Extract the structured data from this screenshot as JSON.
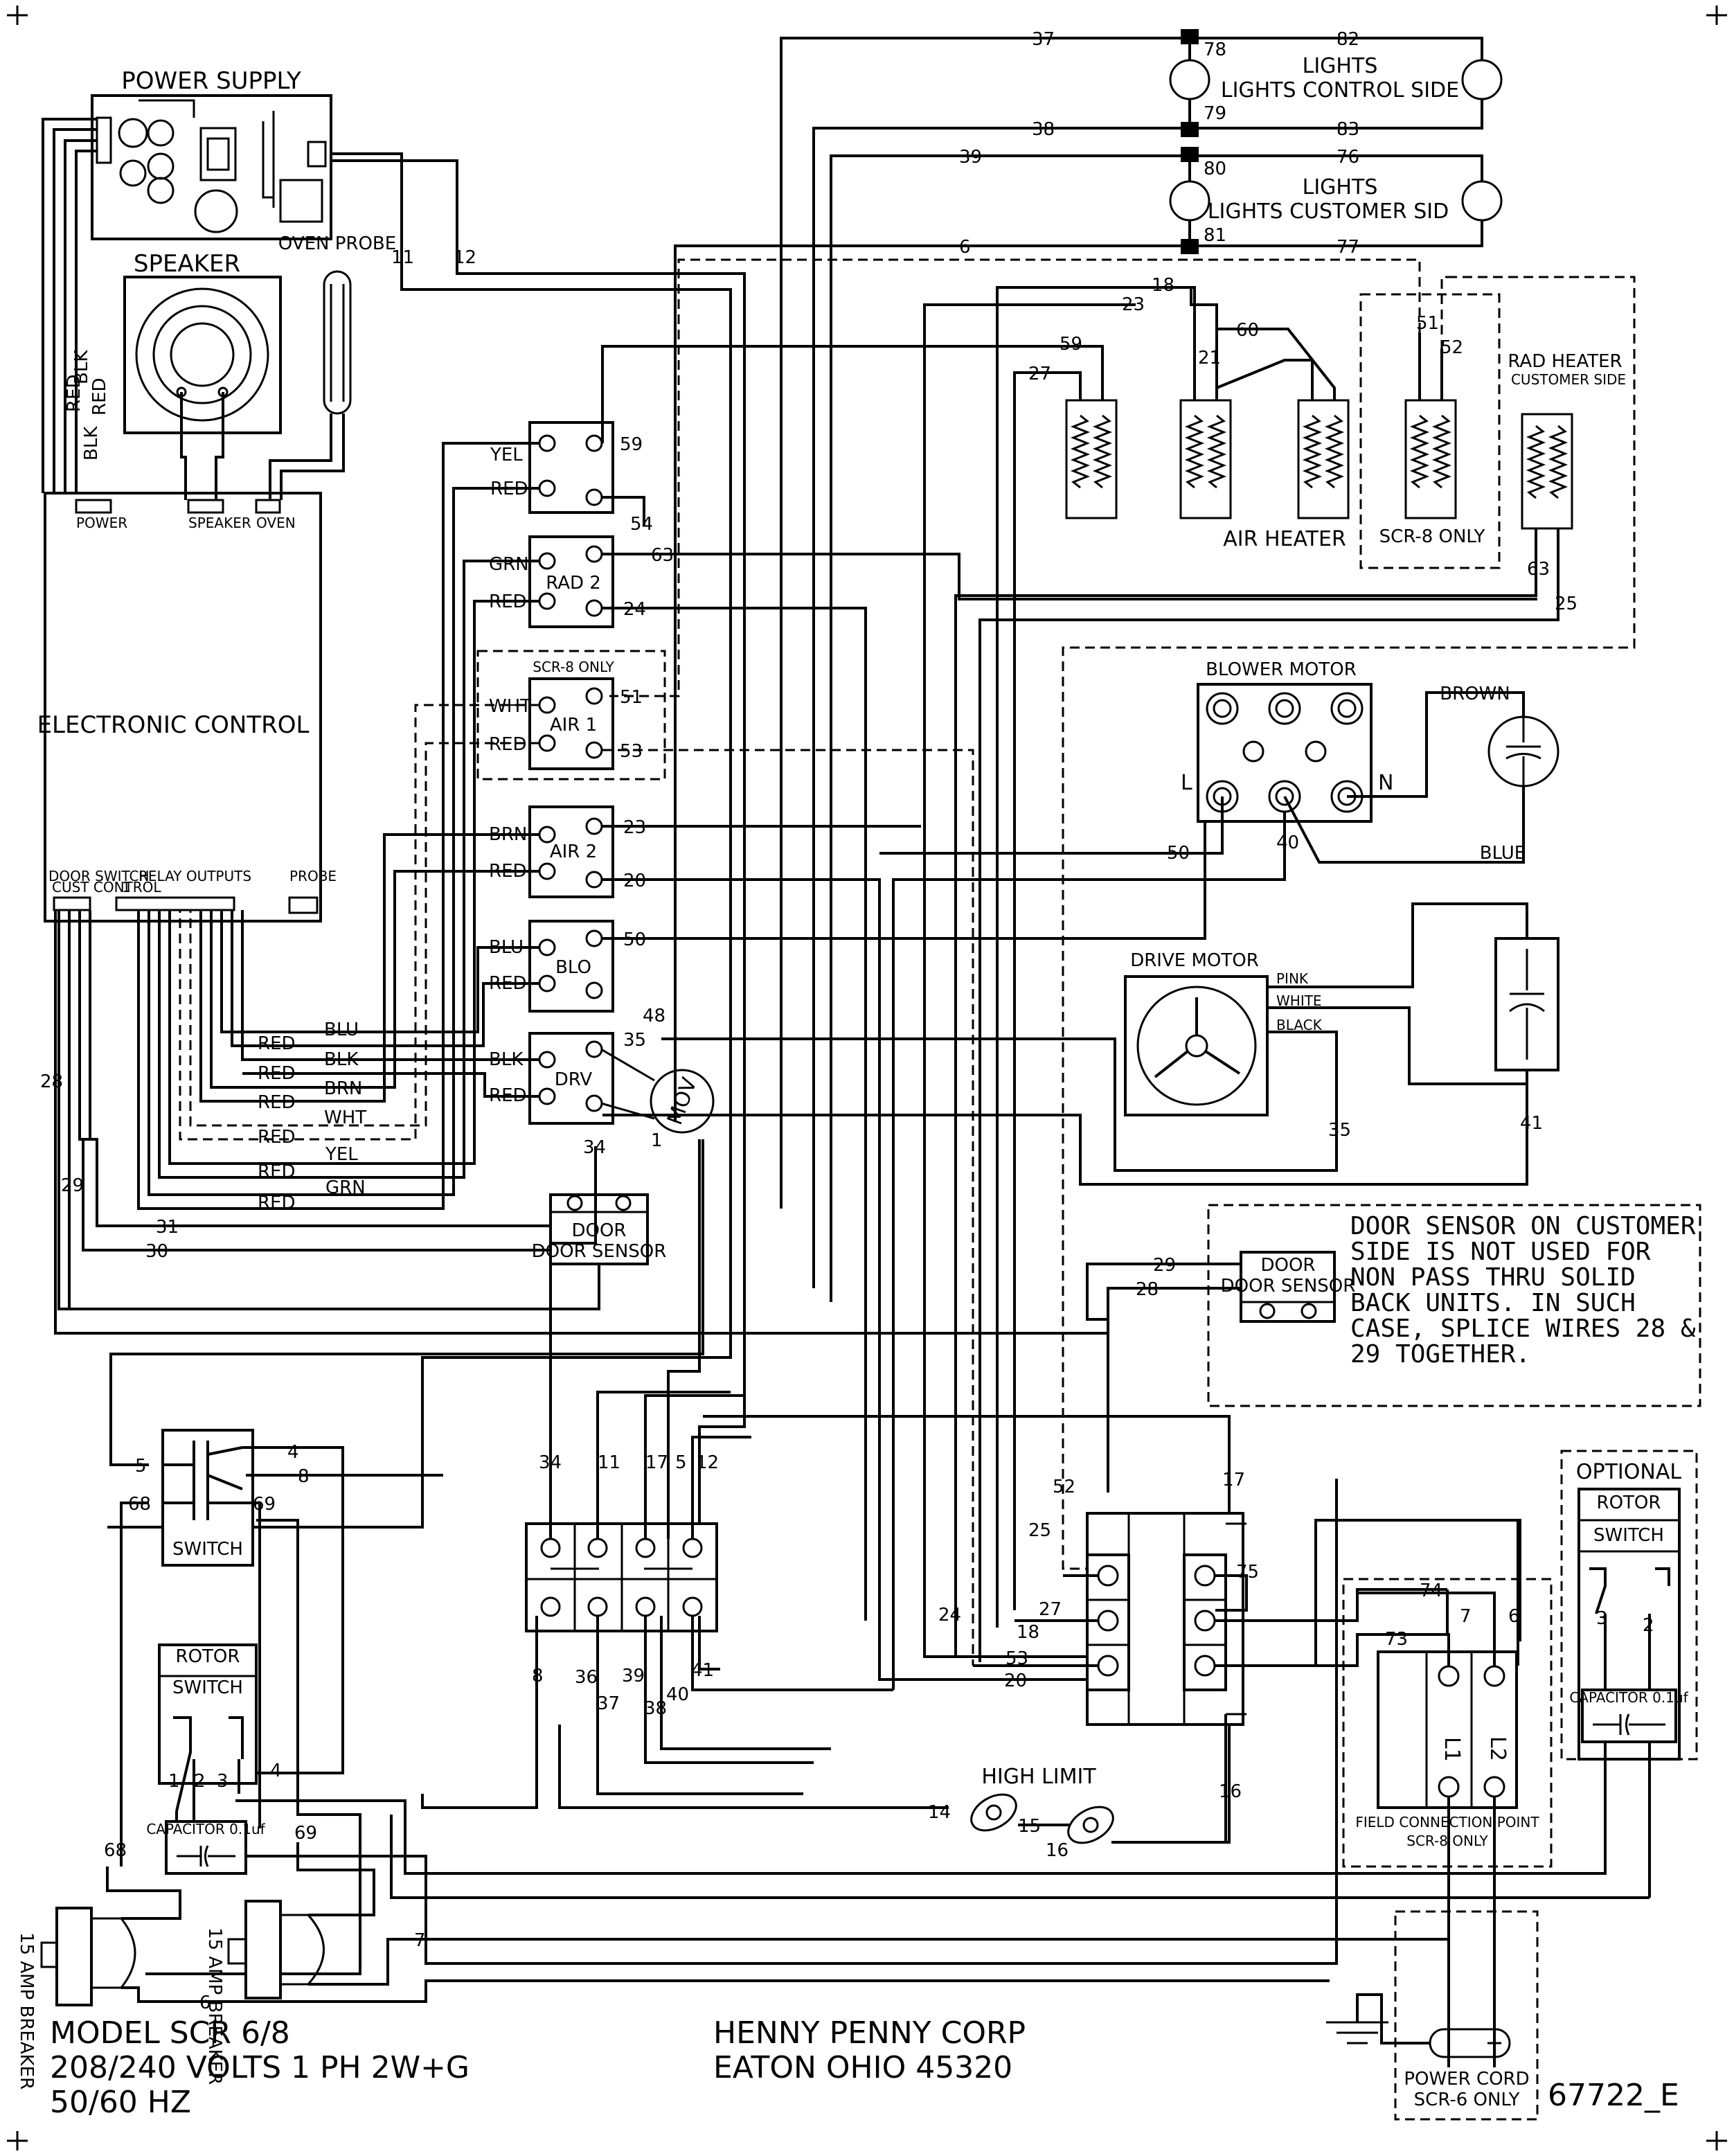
{
  "components": {
    "power_supply": "POWER SUPPLY",
    "speaker": "SPEAKER",
    "oven_probe": "OVEN PROBE",
    "electronic_control": "ELECTRONIC CONTROL",
    "ec_power": "POWER",
    "ec_speaker": "SPEAKER",
    "ec_oven": "OVEN",
    "ec_door_switch": "DOOR SWITCH",
    "ec_cust_control": "CUST CONTROL",
    "ec_relay_outputs": "RELAY OUTPUTS",
    "ec_relay_1": "1",
    "ec_probe": "PROBE",
    "lights_control": "LIGHTS CONTROL SIDE",
    "lights_customer": "LIGHTS CUSTOMER SID",
    "rad_heater": "RAD HEATER",
    "rad_heater_sub": "CUSTOMER SIDE",
    "air_heater": "AIR HEATER",
    "scr8_only": "SCR-8 ONLY",
    "blower_motor": "BLOWER MOTOR",
    "drive_motor": "DRIVE MOTOR",
    "mov": "MOV",
    "door_sensor": "DOOR SENSOR",
    "switch": "SWITCH",
    "rotor_switch_rotor": "ROTOR",
    "rotor_switch_switch": "SWITCH",
    "capacitor": "CAPACITOR 0.1uf",
    "breaker": "15 AMP BREAKER",
    "high_limit": "HIGH LIMIT",
    "optional": "OPTIONAL",
    "field_connection": "FIELD CONNECTION POINT",
    "field_connection_sub": "SCR-8 ONLY",
    "power_cord": "POWER CORD",
    "power_cord_sub": "SCR-6 ONLY",
    "relay_rad2": "RAD 2",
    "relay_air1": "AIR 1",
    "relay_air1_hdr": "SCR-8 ONLY",
    "relay_air2": "AIR 2",
    "relay_blo": "BLO",
    "relay_drv": "DRV"
  },
  "wire_colors": {
    "yel": "YEL",
    "red": "RED",
    "grn": "GRN",
    "wht": "WHT",
    "brn": "BRN",
    "blu": "BLU",
    "blk": "BLK",
    "pink": "PINK",
    "white": "WHITE",
    "black": "BLACK",
    "brown": "BROWN",
    "blue": "BLUE"
  },
  "ps_wire_labels": [
    "RED",
    "BLK",
    "RED",
    "BLK"
  ],
  "relay_inputs": [
    "YEL",
    "RED",
    "GRN",
    "RED",
    "WHT",
    "RED",
    "BRN",
    "RED",
    "BLU",
    "RED",
    "BLK",
    "RED"
  ],
  "harness_labels": [
    "BLU",
    "RED",
    "BLK",
    "RED",
    "BRN",
    "RED",
    "WHT",
    "RED",
    "YEL",
    "RED",
    "GRN",
    "RED"
  ],
  "relay_outputs": [
    "59",
    "54",
    "63",
    "24",
    "51",
    "53",
    "23",
    "20",
    "50",
    "48",
    "35",
    "34",
    "1"
  ],
  "wire_numbers_top": [
    "37",
    "82",
    "78",
    "79",
    "83",
    "38",
    "39",
    "76",
    "80",
    "81",
    "77",
    "6",
    "11",
    "12"
  ],
  "wire_numbers_heaters": [
    "18",
    "23",
    "60",
    "59",
    "21",
    "27",
    "51",
    "52",
    "63",
    "25"
  ],
  "wire_numbers_motors": [
    "50",
    "40",
    "35",
    "41",
    "L",
    "N"
  ],
  "wire_numbers_door": [
    "28",
    "29",
    "31",
    "30",
    "29",
    "28"
  ],
  "wire_numbers_switch": [
    "5",
    "4",
    "68",
    "8",
    "69",
    "1",
    "2",
    "3",
    "4",
    "68",
    "69",
    "7",
    "6"
  ],
  "terminal_top_labels": [
    "34",
    "11",
    "17",
    "5",
    "12"
  ],
  "terminal_bottom_labels": [
    "8",
    "36",
    "39",
    "40",
    "41",
    "37",
    "38"
  ],
  "right_block_labels": [
    "52",
    "17",
    "25",
    "27",
    "18",
    "24",
    "53",
    "20",
    "75",
    "74",
    "7",
    "6",
    "73",
    "16"
  ],
  "high_limit_labels": [
    "14",
    "15",
    "16"
  ],
  "field_terminals": [
    "L1",
    "L2"
  ],
  "opt_labels": [
    "3",
    "2"
  ],
  "note": "DOOR SENSOR ON CUSTOMER SIDE IS NOT USED FOR NON PASS THRU SOLID BACK UNITS. IN SUCH CASE, SPLICE WIRES 28 & 29 TOGETHER.",
  "footer": {
    "model": "MODEL SCR 6/8",
    "volts": "208/240 VOLTS 1 PH 2W+G",
    "hz": "50/60 HZ",
    "company": "HENNY PENNY CORP",
    "address": "EATON OHIO 45320",
    "drawing_number": "67722_E"
  }
}
